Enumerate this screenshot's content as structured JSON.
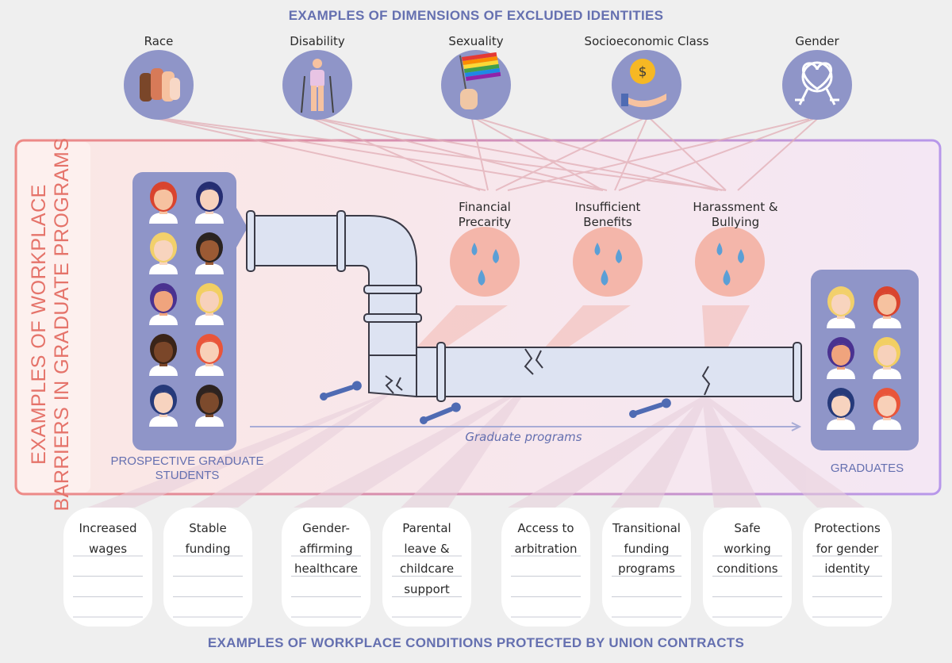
{
  "header": {
    "title": "EXAMPLES OF DIMENSIONS OF EXCLUDED IDENTITIES"
  },
  "identities": [
    {
      "label": "Race",
      "icon": "raised-hands-icon"
    },
    {
      "label": "Disability",
      "icon": "person-with-crutches-icon"
    },
    {
      "label": "Sexuality",
      "icon": "rainbow-flag-icon"
    },
    {
      "label": "Socioeconomic Class",
      "icon": "coin-hand-icon"
    },
    {
      "label": "Gender",
      "icon": "gender-symbols-heart-icon"
    }
  ],
  "side_title": {
    "line1": "EXAMPLES OF WORKPLACE",
    "line2": "BARRIERS IN GRADUATE PROGRAMS"
  },
  "barriers": [
    {
      "line1": "Financial",
      "line2": "Precarity",
      "icon": "water-drops-icon"
    },
    {
      "line1": "Insufficient",
      "line2": "Benefits",
      "icon": "water-drops-icon"
    },
    {
      "line1": "Harassment &",
      "line2": "Bullying",
      "icon": "water-drops-icon"
    }
  ],
  "groups": {
    "prospective": {
      "line1": "PROSPECTIVE GRADUATE",
      "line2": "STUDENTS"
    },
    "graduates": {
      "label": "GRADUATES"
    }
  },
  "flow_label": "Graduate programs",
  "conditions": [
    {
      "text": "Increased wages"
    },
    {
      "text": "Stable funding"
    },
    {
      "text": "Gender-affirming healthcare"
    },
    {
      "text": "Parental leave & childcare support"
    },
    {
      "text": "Access to arbitration"
    },
    {
      "text": "Transitional funding programs"
    },
    {
      "text": "Safe working conditions"
    },
    {
      "text": "Protections for gender identity"
    }
  ],
  "footer": {
    "title": "EXAMPLES OF WORKPLACE CONDITIONS PROTECTED BY UNION CONTRACTS"
  },
  "colors": {
    "accent_blue": "#6570b0",
    "barrier_red": "#e5736a",
    "barrier_fill": "#f4b6aa",
    "panel_purple": "#8f95c8",
    "frame_purple": "#b593e6",
    "pipe": "#dde3f2",
    "drop": "#5b9fd6"
  },
  "faces": {
    "prospective": [
      {
        "hair": "#d9442e",
        "skin": "#f6c2a0"
      },
      {
        "hair": "#252d72",
        "skin": "#f7d2bd"
      },
      {
        "hair": "#f2d06b",
        "skin": "#f8d4be"
      },
      {
        "hair": "#2a2320",
        "skin": "#9b5a34"
      },
      {
        "hair": "#4a3290",
        "skin": "#f0a47d"
      },
      {
        "hair": "#f2cf62",
        "skin": "#f7d1bb"
      },
      {
        "hair": "#3a2418",
        "skin": "#7a4629"
      },
      {
        "hair": "#e9553a",
        "skin": "#f8d0b8"
      },
      {
        "hair": "#263a7a",
        "skin": "#f7d3bf"
      },
      {
        "hair": "#2d2320",
        "skin": "#7c4a2c"
      }
    ],
    "graduates": [
      {
        "hair": "#f2d06b",
        "skin": "#f8d4be"
      },
      {
        "hair": "#d9442e",
        "skin": "#f6c2a0"
      },
      {
        "hair": "#4a3290",
        "skin": "#f0a47d"
      },
      {
        "hair": "#f2cf62",
        "skin": "#f7d1bb"
      },
      {
        "hair": "#263a7a",
        "skin": "#f7d3bf"
      },
      {
        "hair": "#e9553a",
        "skin": "#f8d0b8"
      }
    ]
  }
}
